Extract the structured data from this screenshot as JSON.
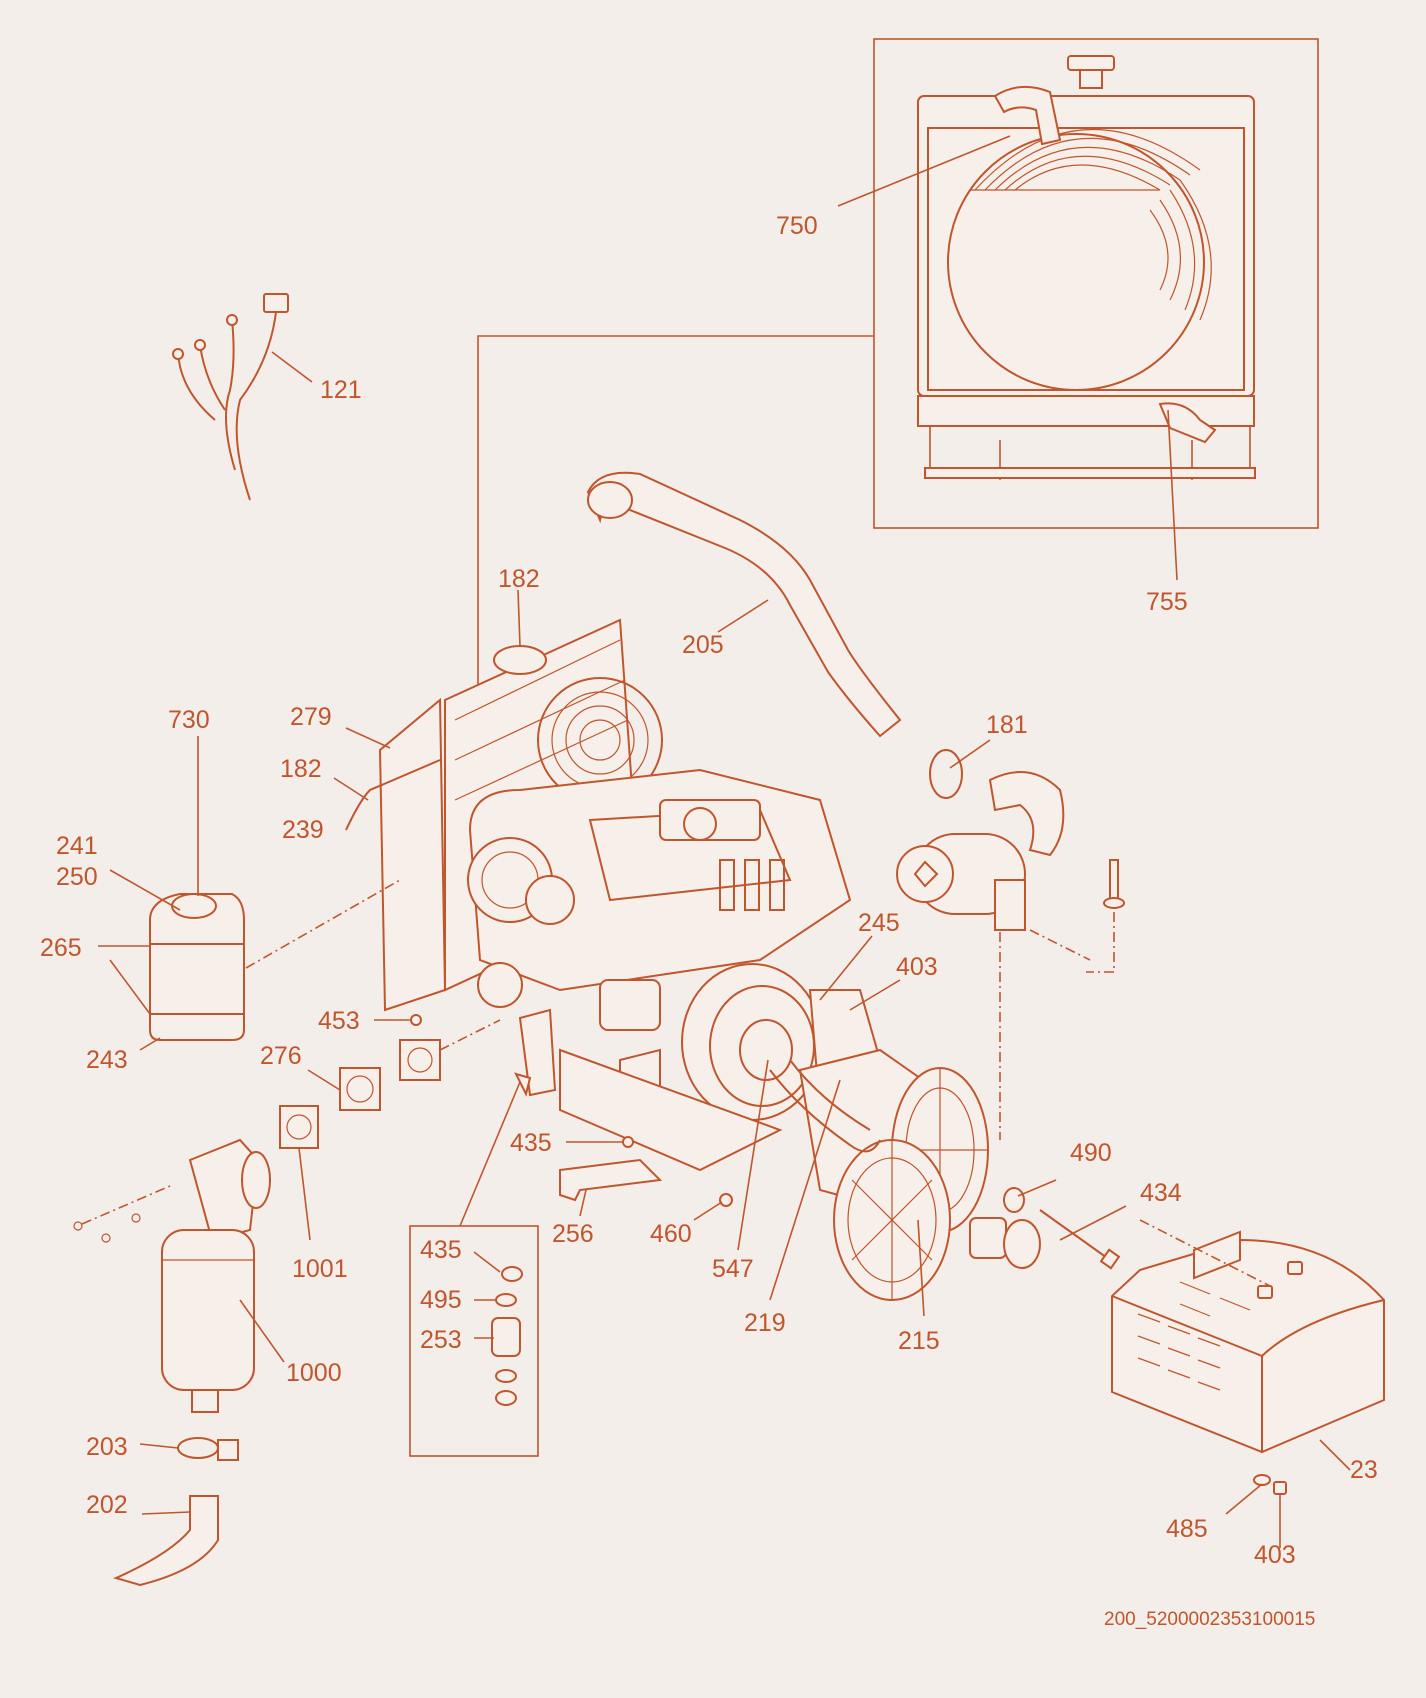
{
  "callouts": {
    "c750": "750",
    "c755": "755",
    "c121": "121",
    "c182a": "182",
    "c205": "205",
    "c279": "279",
    "c730": "730",
    "c182b": "182",
    "c181": "181",
    "c239": "239",
    "c241": "241",
    "c250": "250",
    "c265": "265",
    "c245": "245",
    "c403a": "403",
    "c453": "453",
    "c243": "243",
    "c276": "276",
    "c435a": "435",
    "c490": "490",
    "c434": "434",
    "c256": "256",
    "c460": "460",
    "c435b": "435",
    "c495": "495",
    "c1001": "1001",
    "c547": "547",
    "c219": "219",
    "c215": "215",
    "c253": "253",
    "c1000": "1000",
    "c203": "203",
    "c23": "23",
    "c202": "202",
    "c485": "485",
    "c403b": "403"
  },
  "footer": {
    "code": "200_5200002353100015"
  },
  "colors": {
    "line": "#c0562d",
    "background": "#f4eeea"
  }
}
